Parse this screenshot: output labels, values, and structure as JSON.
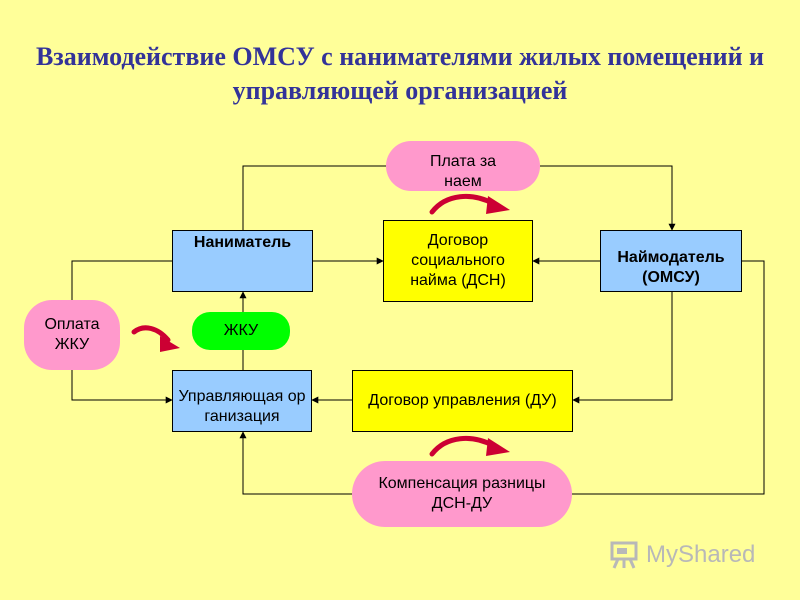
{
  "title": "Взаимодействие ОМСУ с нанимателями жилых помещений и управляющей организацией",
  "nodes": {
    "tenant": "Наниматель",
    "landlord": "Наймодатель\n(ОМСУ)",
    "social_contract": "Договор социального найма (ДСН)",
    "management_contract": "Договор управления (ДУ)",
    "management_org": "Управляющая организация",
    "rent_payment": "Плата за наем",
    "zhku_payment": "Оплата ЖКУ",
    "zhku": "ЖКУ",
    "compensation": "Компенсация разницы ДСН-ДУ"
  },
  "watermark": {
    "text": "MyShared"
  },
  "colors": {
    "background": "#ffff99",
    "title": "#333399",
    "blue_box": "#99ccff",
    "yellow_box": "#ffff00",
    "pink_box": "#ff99cc",
    "green_box": "#00ff00",
    "curved_arrow": "#cc0033"
  }
}
